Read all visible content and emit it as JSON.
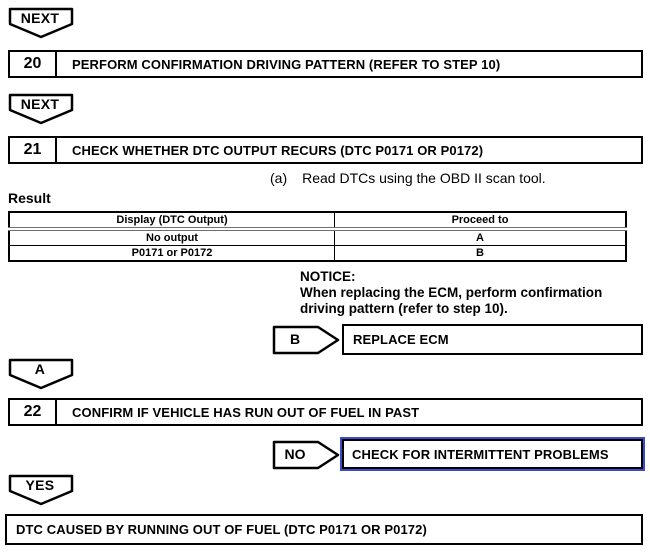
{
  "colors": {
    "ink": "#000000",
    "paper": "#ffffff",
    "link_border": "#3b4cc8"
  },
  "connectors": {
    "next_top": "NEXT",
    "next_mid": "NEXT",
    "a": "A",
    "b": "B",
    "no": "NO",
    "yes": "YES"
  },
  "steps": {
    "s20": {
      "number": "20",
      "title": "PERFORM CONFIRMATION DRIVING PATTERN (REFER TO STEP 10)"
    },
    "s21": {
      "number": "21",
      "title": "CHECK WHETHER DTC OUTPUT RECURS (DTC P0171 OR P0172)"
    },
    "s22": {
      "number": "22",
      "title": "CONFIRM IF VEHICLE HAS RUN OUT OF FUEL IN PAST"
    }
  },
  "instruction": {
    "marker": "(a)",
    "text": "Read DTCs using the OBD II scan tool."
  },
  "result": {
    "label": "Result",
    "table": {
      "headers": [
        "Display (DTC Output)",
        "Proceed to"
      ],
      "rows": [
        {
          "display": "No output",
          "proceed": "A"
        },
        {
          "display": "P0171 or P0172",
          "proceed": "B"
        }
      ]
    }
  },
  "notice": {
    "label": "NOTICE:",
    "line1": "When replacing the ECM, perform confirmation",
    "line2": "driving pattern (refer to step 10)."
  },
  "outcomes": {
    "replace_ecm": "REPLACE ECM",
    "check_intermittent": "CHECK FOR INTERMITTENT PROBLEMS",
    "fuel_dtc": "DTC CAUSED BY RUNNING OUT OF FUEL (DTC P0171 OR P0172)"
  }
}
